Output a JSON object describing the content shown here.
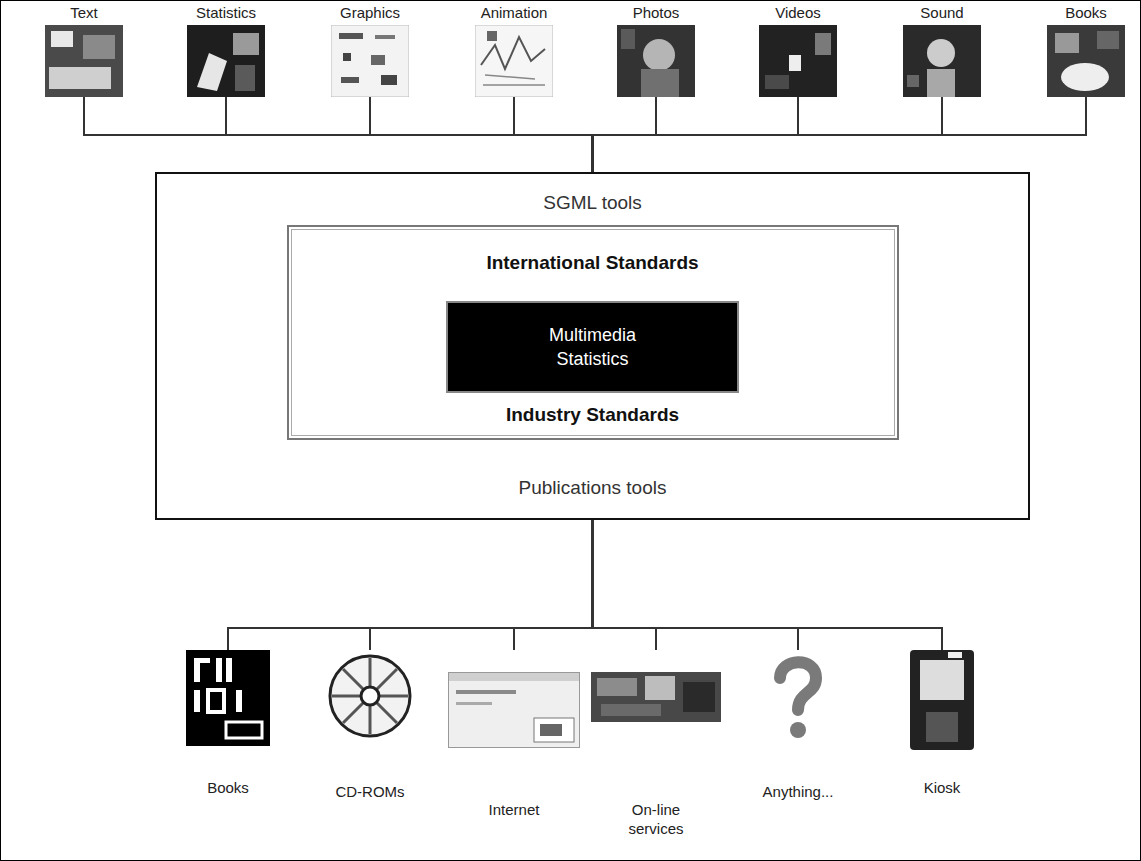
{
  "diagram": {
    "nodes": [
      {
        "text": [
          "Text"
        ]
      },
      {
        "text": [
          "Statistics"
        ]
      },
      {
        "text": [
          "Graphics"
        ]
      },
      {
        "text": [
          "Animation"
        ]
      },
      {
        "text": [
          "Photos"
        ]
      },
      {
        "text": [
          "Videos"
        ]
      },
      {
        "text": [
          "Sound"
        ]
      },
      {
        "text": [
          "Books"
        ]
      },
      {
        "text": [
          "SGML tools",
          "Publications tools"
        ]
      },
      {
        "text": [
          "International Standards",
          "Industry Standards"
        ],
        "in": 8
      },
      {
        "text": [
          "Multimedia Statistics"
        ],
        "in": 9
      },
      {
        "text": [
          "Books"
        ]
      },
      {
        "text": [
          "CD-ROMs"
        ]
      },
      {
        "text": [
          "Internet"
        ]
      },
      {
        "text": [
          "On-line services"
        ]
      },
      {
        "text": [
          "Anything..."
        ]
      },
      {
        "text": [
          "Kiosk"
        ]
      }
    ],
    "edges": [
      {
        "from": 0,
        "to": 8,
        "arrow": "none"
      },
      {
        "from": 1,
        "to": 8,
        "arrow": "none"
      },
      {
        "from": 2,
        "to": 8,
        "arrow": "none"
      },
      {
        "from": 3,
        "to": 8,
        "arrow": "none"
      },
      {
        "from": 4,
        "to": 8,
        "arrow": "none"
      },
      {
        "from": 5,
        "to": 8,
        "arrow": "none"
      },
      {
        "from": 6,
        "to": 8,
        "arrow": "none"
      },
      {
        "from": 7,
        "to": 8,
        "arrow": "none"
      },
      {
        "from": 8,
        "to": 11,
        "arrow": "none"
      },
      {
        "from": 8,
        "to": 12,
        "arrow": "none"
      },
      {
        "from": 8,
        "to": 13,
        "arrow": "none"
      },
      {
        "from": 8,
        "to": 14,
        "arrow": "none"
      },
      {
        "from": 8,
        "to": 15,
        "arrow": "none"
      },
      {
        "from": 8,
        "to": 16,
        "arrow": "none"
      }
    ]
  }
}
